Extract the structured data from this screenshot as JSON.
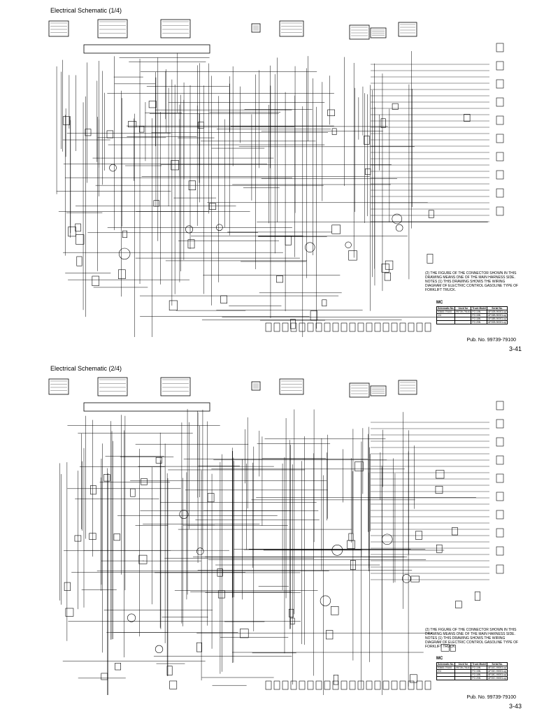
{
  "sheets": [
    {
      "title": "Electrical Schematic (1/4)",
      "pub": "Pub. No. 99739-79100",
      "page": "3-41",
      "notes": [
        "(2) THE FIGURE OF THE CONNECTOR SHOWN IN THIS DRAWING MEANS ONE OF THE MAIN HARNESS SIDE.",
        "NOTES (1) THIS DRAWING SHOWS THE WIRING DIAGRAM OF ELECTRIC CONTROL GASOLINE TYPE OF FORKLIFT TRUCK."
      ],
      "mc_label": "MC",
      "table": {
        "headers": [
          "Schematic No.",
          "Used for",
          "Truck Model",
          "Serial No."
        ],
        "rows": [
          [
            "93600-79100",
            "99739-79100",
            "FG 10N",
            "AF10B-90001-up"
          ],
          [
            "1/4",
            "",
            "FG 15N",
            "AF15B-90001-up"
          ],
          [
            "",
            "",
            "FG 18N",
            "AF18B-90001-up"
          ],
          [
            "",
            "",
            "FG 20N",
            "AF20B-90001-up"
          ]
        ]
      }
    },
    {
      "title": "Electrical Schematic (2/4)",
      "pub": "Pub. No. 99739-79100",
      "page": "3-43",
      "notes": [
        "(2) THE FIGURE OF THE CONNECTOR SHOWN IN THIS DRAWING MEANS ONE OF THE MAIN HARNESS SIDE.",
        "NOTES (1) THIS DRAWING SHOWS THE WIRING DIAGRAM OF ELECTRIC CONTROL GASOLINE TYPE OF FORKLIFT TRUCK."
      ],
      "mc_label": "MC",
      "table": {
        "headers": [
          "Schematic No.",
          "Used for",
          "Truck Model",
          "Serial No."
        ],
        "rows": [
          [
            "93600-79100",
            "99739-79100",
            "FG 10N",
            "AF10C-90001-up"
          ],
          [
            "2/4",
            "",
            "FG 15N",
            "AF15C-90001-up"
          ],
          [
            "",
            "",
            "FG 18N",
            "AF18C-90001-up"
          ],
          [
            "",
            "",
            "FG 20N",
            "AF20C-90001-up"
          ]
        ]
      }
    }
  ],
  "colors": {
    "line": "#000000",
    "background": "#ffffff"
  }
}
